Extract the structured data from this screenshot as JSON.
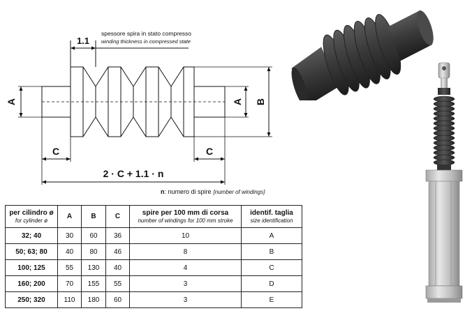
{
  "diagram": {
    "dim_thickness": "1.1",
    "note_it": "spessore spira in stato compresso",
    "note_en": "winding thickness in compressed state",
    "label_a_left": "A",
    "label_a_right": "A",
    "label_b": "B",
    "label_c_left": "C",
    "label_c_right": "C",
    "formula": "2 · C + 1.1 · n",
    "n_label": "n",
    "n_desc": ": numero di spire",
    "n_desc_en": "[number of windings]"
  },
  "table": {
    "headers": [
      {
        "main": "per cilindro ø",
        "sub": "for cylinder ø"
      },
      {
        "main": "A",
        "sub": ""
      },
      {
        "main": "B",
        "sub": ""
      },
      {
        "main": "C",
        "sub": ""
      },
      {
        "main": "spire per 100 mm di corsa",
        "sub": "number of windings for 100 mm stroke"
      },
      {
        "main": "identif. taglia",
        "sub": "size identification"
      }
    ],
    "rows": [
      [
        "32; 40",
        "30",
        "60",
        "36",
        "10",
        "A"
      ],
      [
        "50; 63; 80",
        "40",
        "80",
        "46",
        "8",
        "B"
      ],
      [
        "100; 125",
        "55",
        "130",
        "40",
        "4",
        "C"
      ],
      [
        "160; 200",
        "70",
        "155",
        "55",
        "3",
        "D"
      ],
      [
        "250; 320",
        "110",
        "180",
        "60",
        "3",
        "E"
      ]
    ]
  },
  "colors": {
    "rubber": "#3a3a3a",
    "aluminium": "#c8c8c8"
  }
}
